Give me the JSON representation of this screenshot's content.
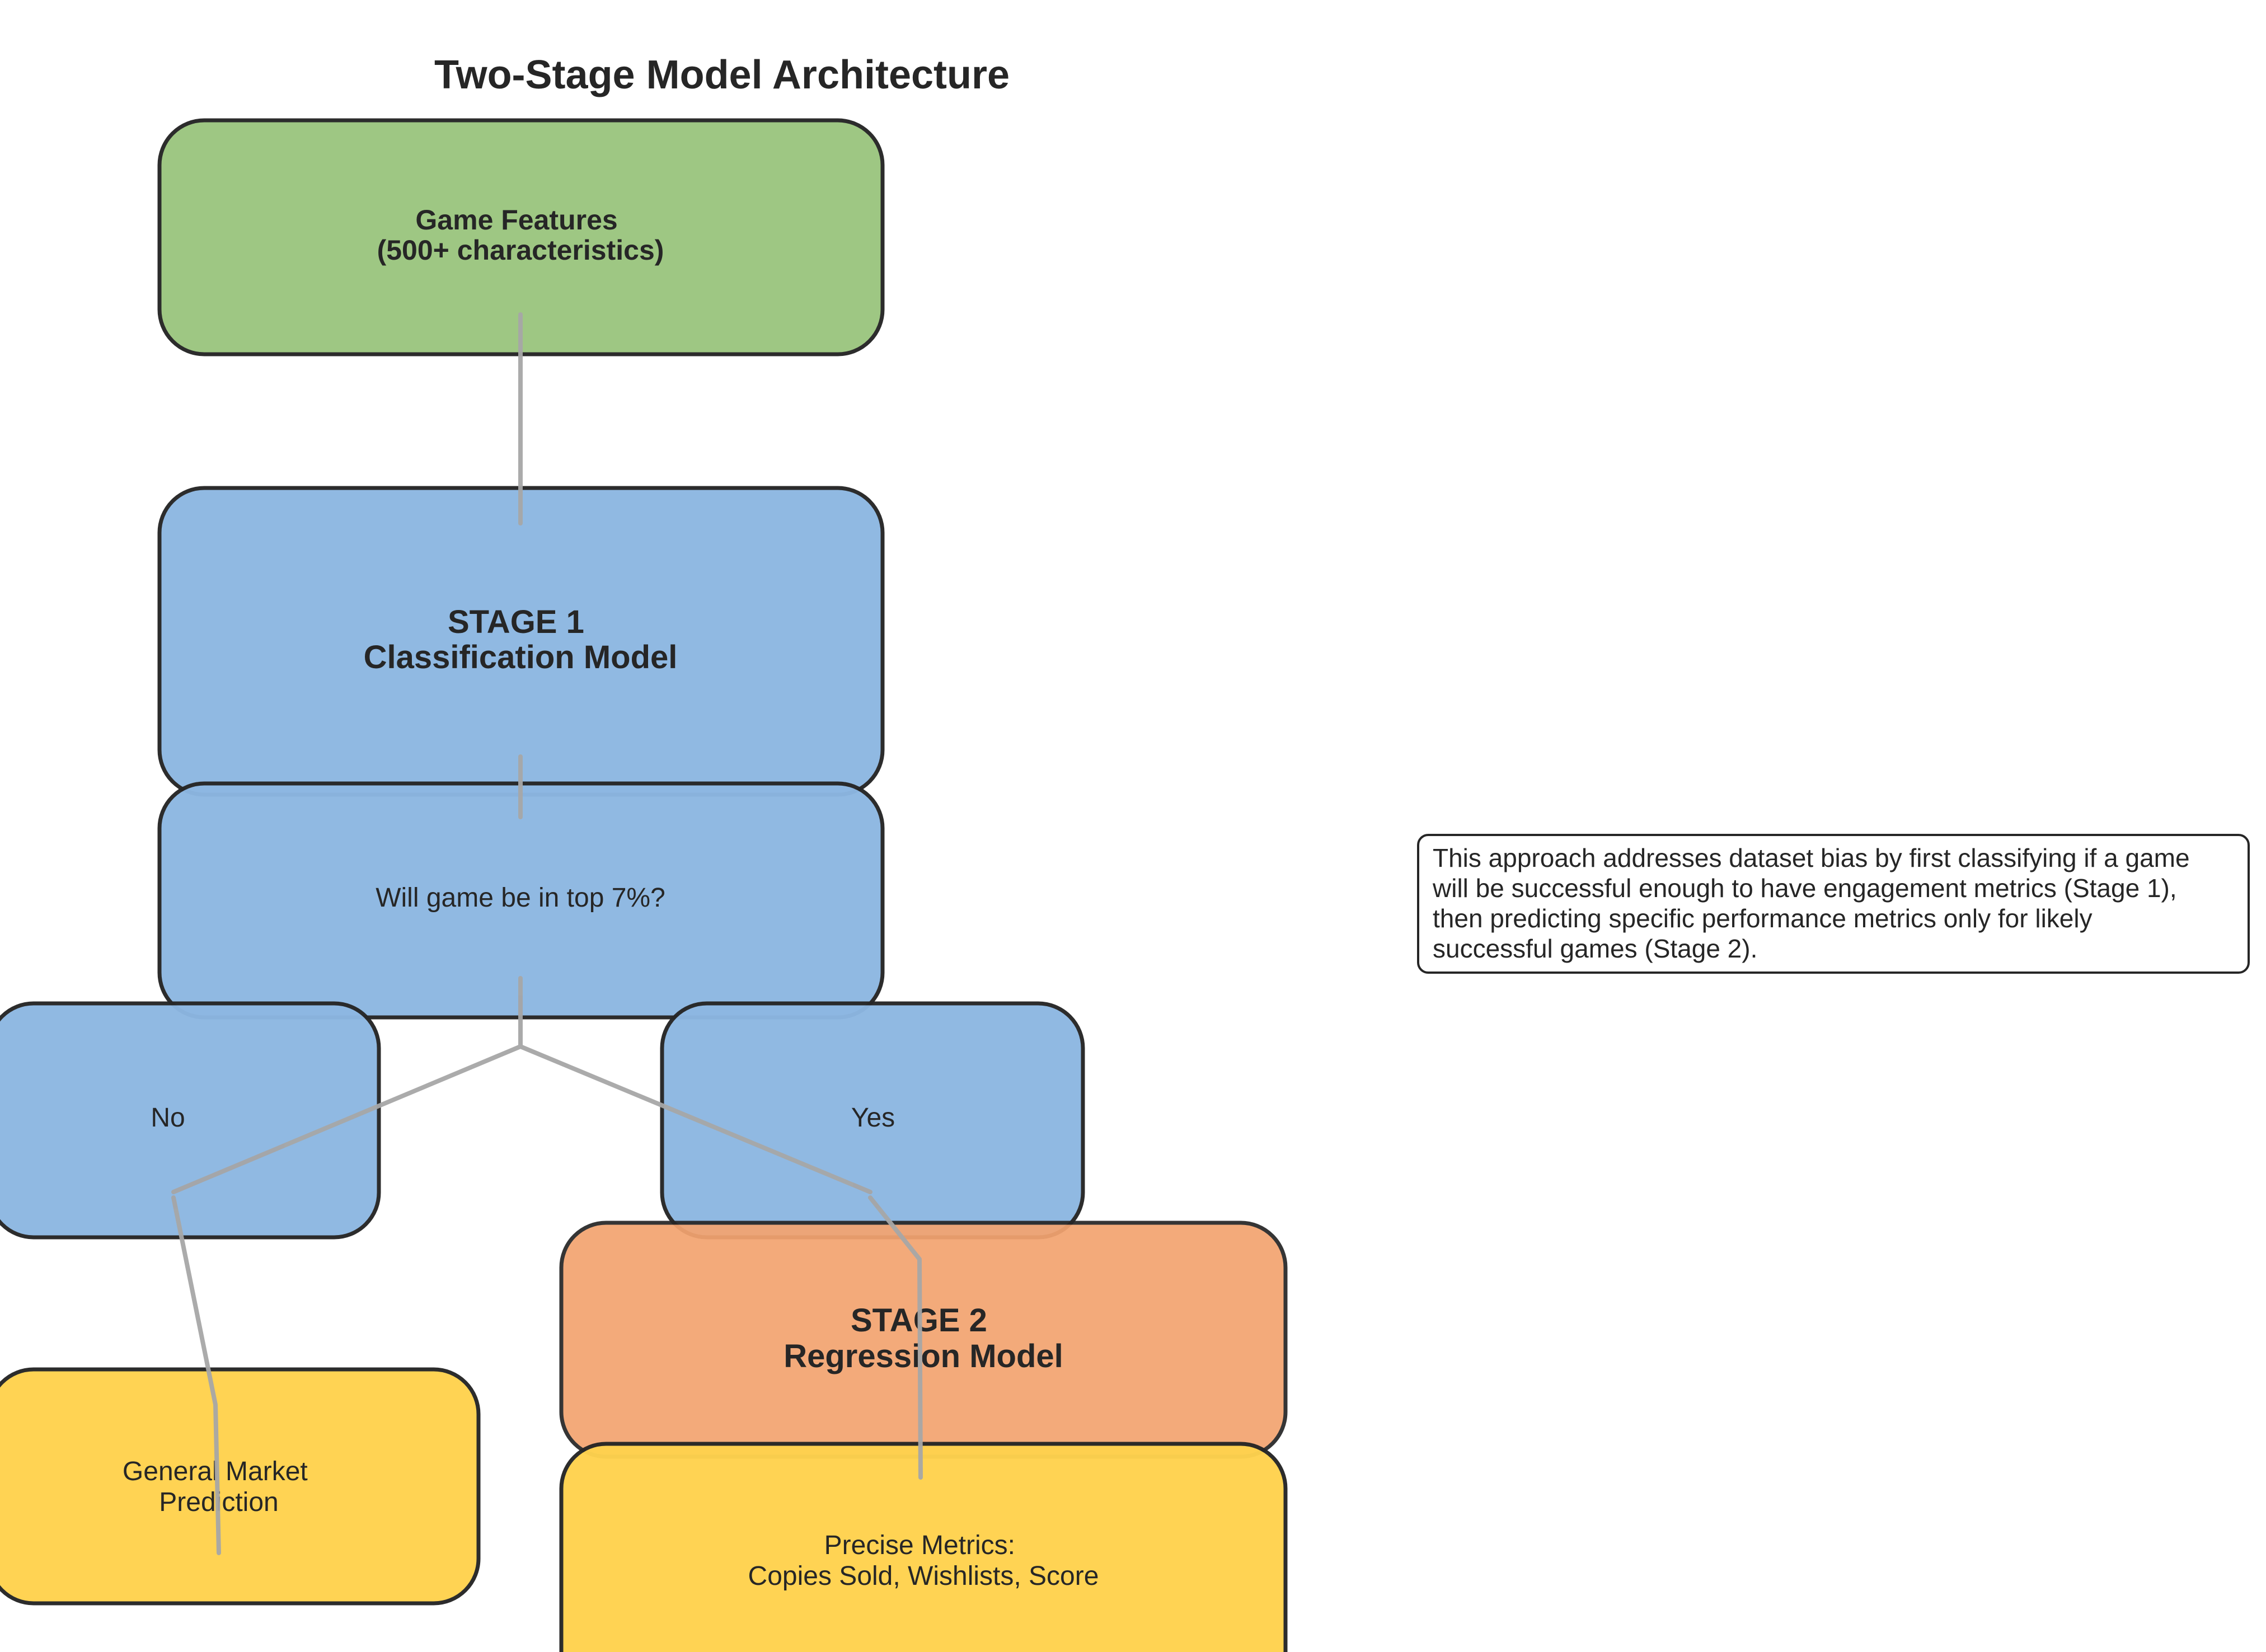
{
  "diagram": {
    "title": "Two-Stage Model Architecture",
    "colors": {
      "input": "#9BC67F",
      "stage1": "#8DB7E2",
      "stage2": "#F3A470",
      "output": "#FFD24E",
      "border": "#262626",
      "connector": "#A6A6A6"
    },
    "nodes": {
      "features": {
        "lines": [
          "Game Features",
          "(500+ characteristics)"
        ]
      },
      "stage1": {
        "lines": [
          "STAGE 1",
          "Classification Model"
        ]
      },
      "question": {
        "lines": [
          "Will game be in top 7%?"
        ]
      },
      "no": {
        "lines": [
          "No"
        ]
      },
      "yes": {
        "lines": [
          "Yes"
        ]
      },
      "stage2": {
        "lines": [
          "STAGE 2",
          "Regression Model"
        ]
      },
      "general": {
        "lines": [
          "General Market",
          "Prediction"
        ]
      },
      "precise": {
        "lines": [
          "Precise Metrics:",
          "Copies Sold, Wishlists, Score"
        ]
      }
    },
    "note": {
      "lines": [
        "This approach addresses dataset bias by first classifying if a game",
        "will be successful enough to have engagement metrics (Stage 1),",
        "then predicting specific performance metrics only for likely",
        "successful games (Stage 2)."
      ]
    }
  }
}
